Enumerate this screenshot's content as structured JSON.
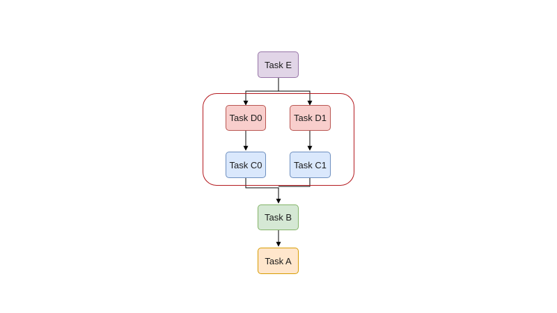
{
  "nodes": {
    "task_e": {
      "label": "Task E",
      "fill": "#e1d5e7",
      "stroke": "#9673a6"
    },
    "task_d0": {
      "label": "Task D0",
      "fill": "#f8cecc",
      "stroke": "#b85450"
    },
    "task_d1": {
      "label": "Task D1",
      "fill": "#f8cecc",
      "stroke": "#b85450"
    },
    "task_c0": {
      "label": "Task C0",
      "fill": "#dae8fc",
      "stroke": "#6c8ebf"
    },
    "task_c1": {
      "label": "Task C1",
      "fill": "#dae8fc",
      "stroke": "#6c8ebf"
    },
    "task_b": {
      "label": "Task B",
      "fill": "#d5e8d4",
      "stroke": "#82b366"
    },
    "task_a": {
      "label": "Task A",
      "fill": "#ffe6cc",
      "stroke": "#d79b00"
    }
  },
  "edges": [
    {
      "from": "task_e",
      "to": "task_d0"
    },
    {
      "from": "task_e",
      "to": "task_d1"
    },
    {
      "from": "task_d0",
      "to": "task_c0"
    },
    {
      "from": "task_d1",
      "to": "task_c1"
    },
    {
      "from": "task_c0",
      "to": "task_b"
    },
    {
      "from": "task_c1",
      "to": "task_b"
    },
    {
      "from": "task_b",
      "to": "task_a"
    }
  ],
  "group": {
    "stroke": "#b3171c"
  },
  "edge_color": "#000000"
}
